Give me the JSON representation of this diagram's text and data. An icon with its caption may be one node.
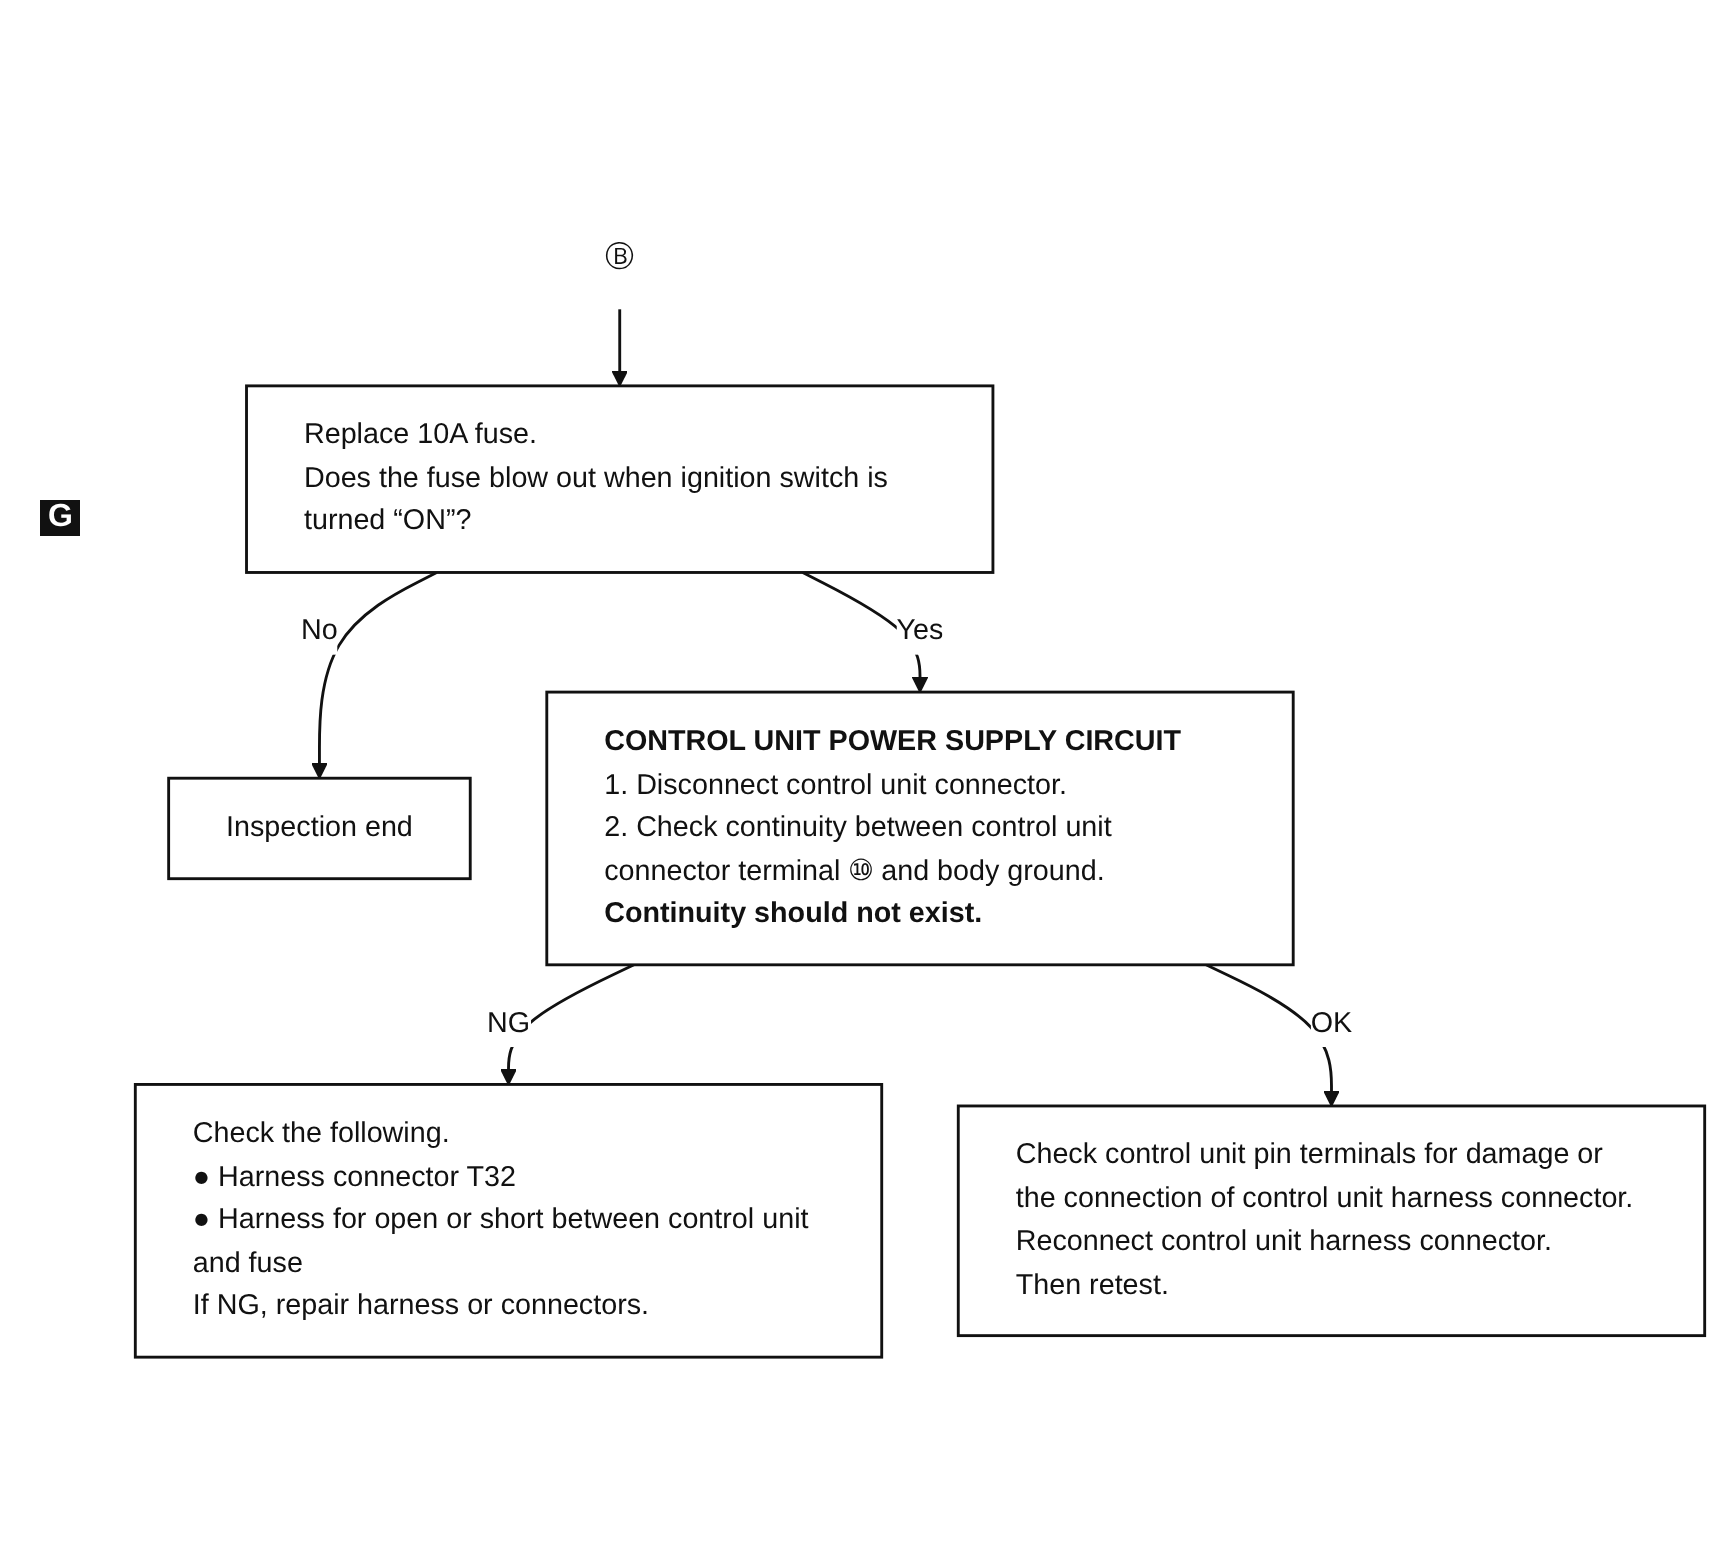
{
  "diagram": {
    "nodes": [
      {
        "text": [
          "Ⓑ"
        ]
      },
      {
        "text": [
          "Replace 10A fuse.",
          "Does the fuse blow out when ignition switch is turned “ON”?"
        ]
      },
      {
        "text": [
          "Inspection end"
        ]
      },
      {
        "text": [
          "CONTROL UNIT POWER SUPPLY CIRCUIT",
          "1. Disconnect control unit connector.",
          "2. Check continuity between control unit connector terminal ⑩ and body ground.",
          "Continuity should not exist."
        ]
      },
      {
        "text": [
          "Check the following.",
          "● Harness connector T32",
          "● Harness for open or short between control unit and fuse",
          "If NG, repair harness or connectors."
        ]
      },
      {
        "text": [
          "Check control unit pin terminals for damage or the connection of control unit harness connector.",
          "Reconnect control unit harness connector.",
          "Then retest."
        ]
      }
    ],
    "edges": [
      {
        "from": 0,
        "to": 1,
        "arrow": "to"
      },
      {
        "from": 1,
        "to": 2,
        "arrow": "to",
        "label": "No"
      },
      {
        "from": 1,
        "to": 3,
        "arrow": "to",
        "label": "Yes"
      },
      {
        "from": 3,
        "to": 4,
        "arrow": "to",
        "label": "NG"
      },
      {
        "from": 3,
        "to": 5,
        "arrow": "to",
        "label": "OK"
      }
    ],
    "labels": [
      "G"
    ]
  }
}
